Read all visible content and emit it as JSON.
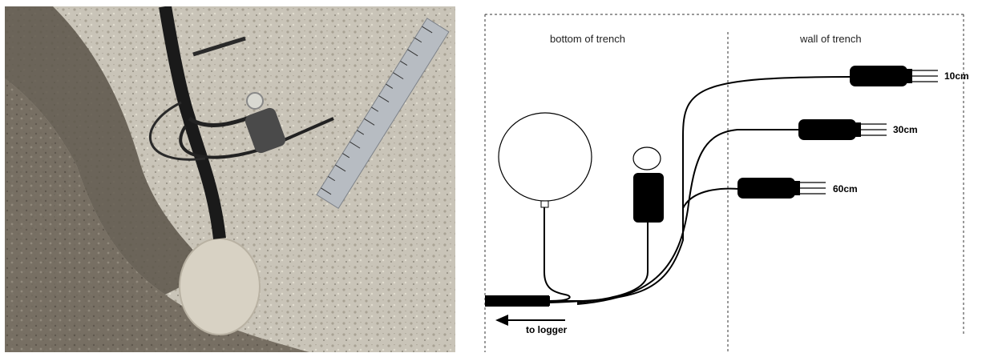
{
  "photo": {
    "description_icon": "trench-photo-image",
    "ruler_ticks": [
      "1",
      "2",
      "3",
      "4",
      "5",
      "6",
      "7",
      "8",
      "9",
      "10",
      "11",
      "12",
      "13",
      "14",
      "15"
    ]
  },
  "diagram": {
    "region_left_label": "bottom of trench",
    "region_right_label": "wall of trench",
    "sensors": [
      {
        "depth": "10cm"
      },
      {
        "depth": "30cm"
      },
      {
        "depth": "60cm"
      }
    ],
    "logger_label": "to logger",
    "colors": {
      "sensor_body": "#000000",
      "line": "#000000",
      "dashed_border": "#333333"
    }
  }
}
